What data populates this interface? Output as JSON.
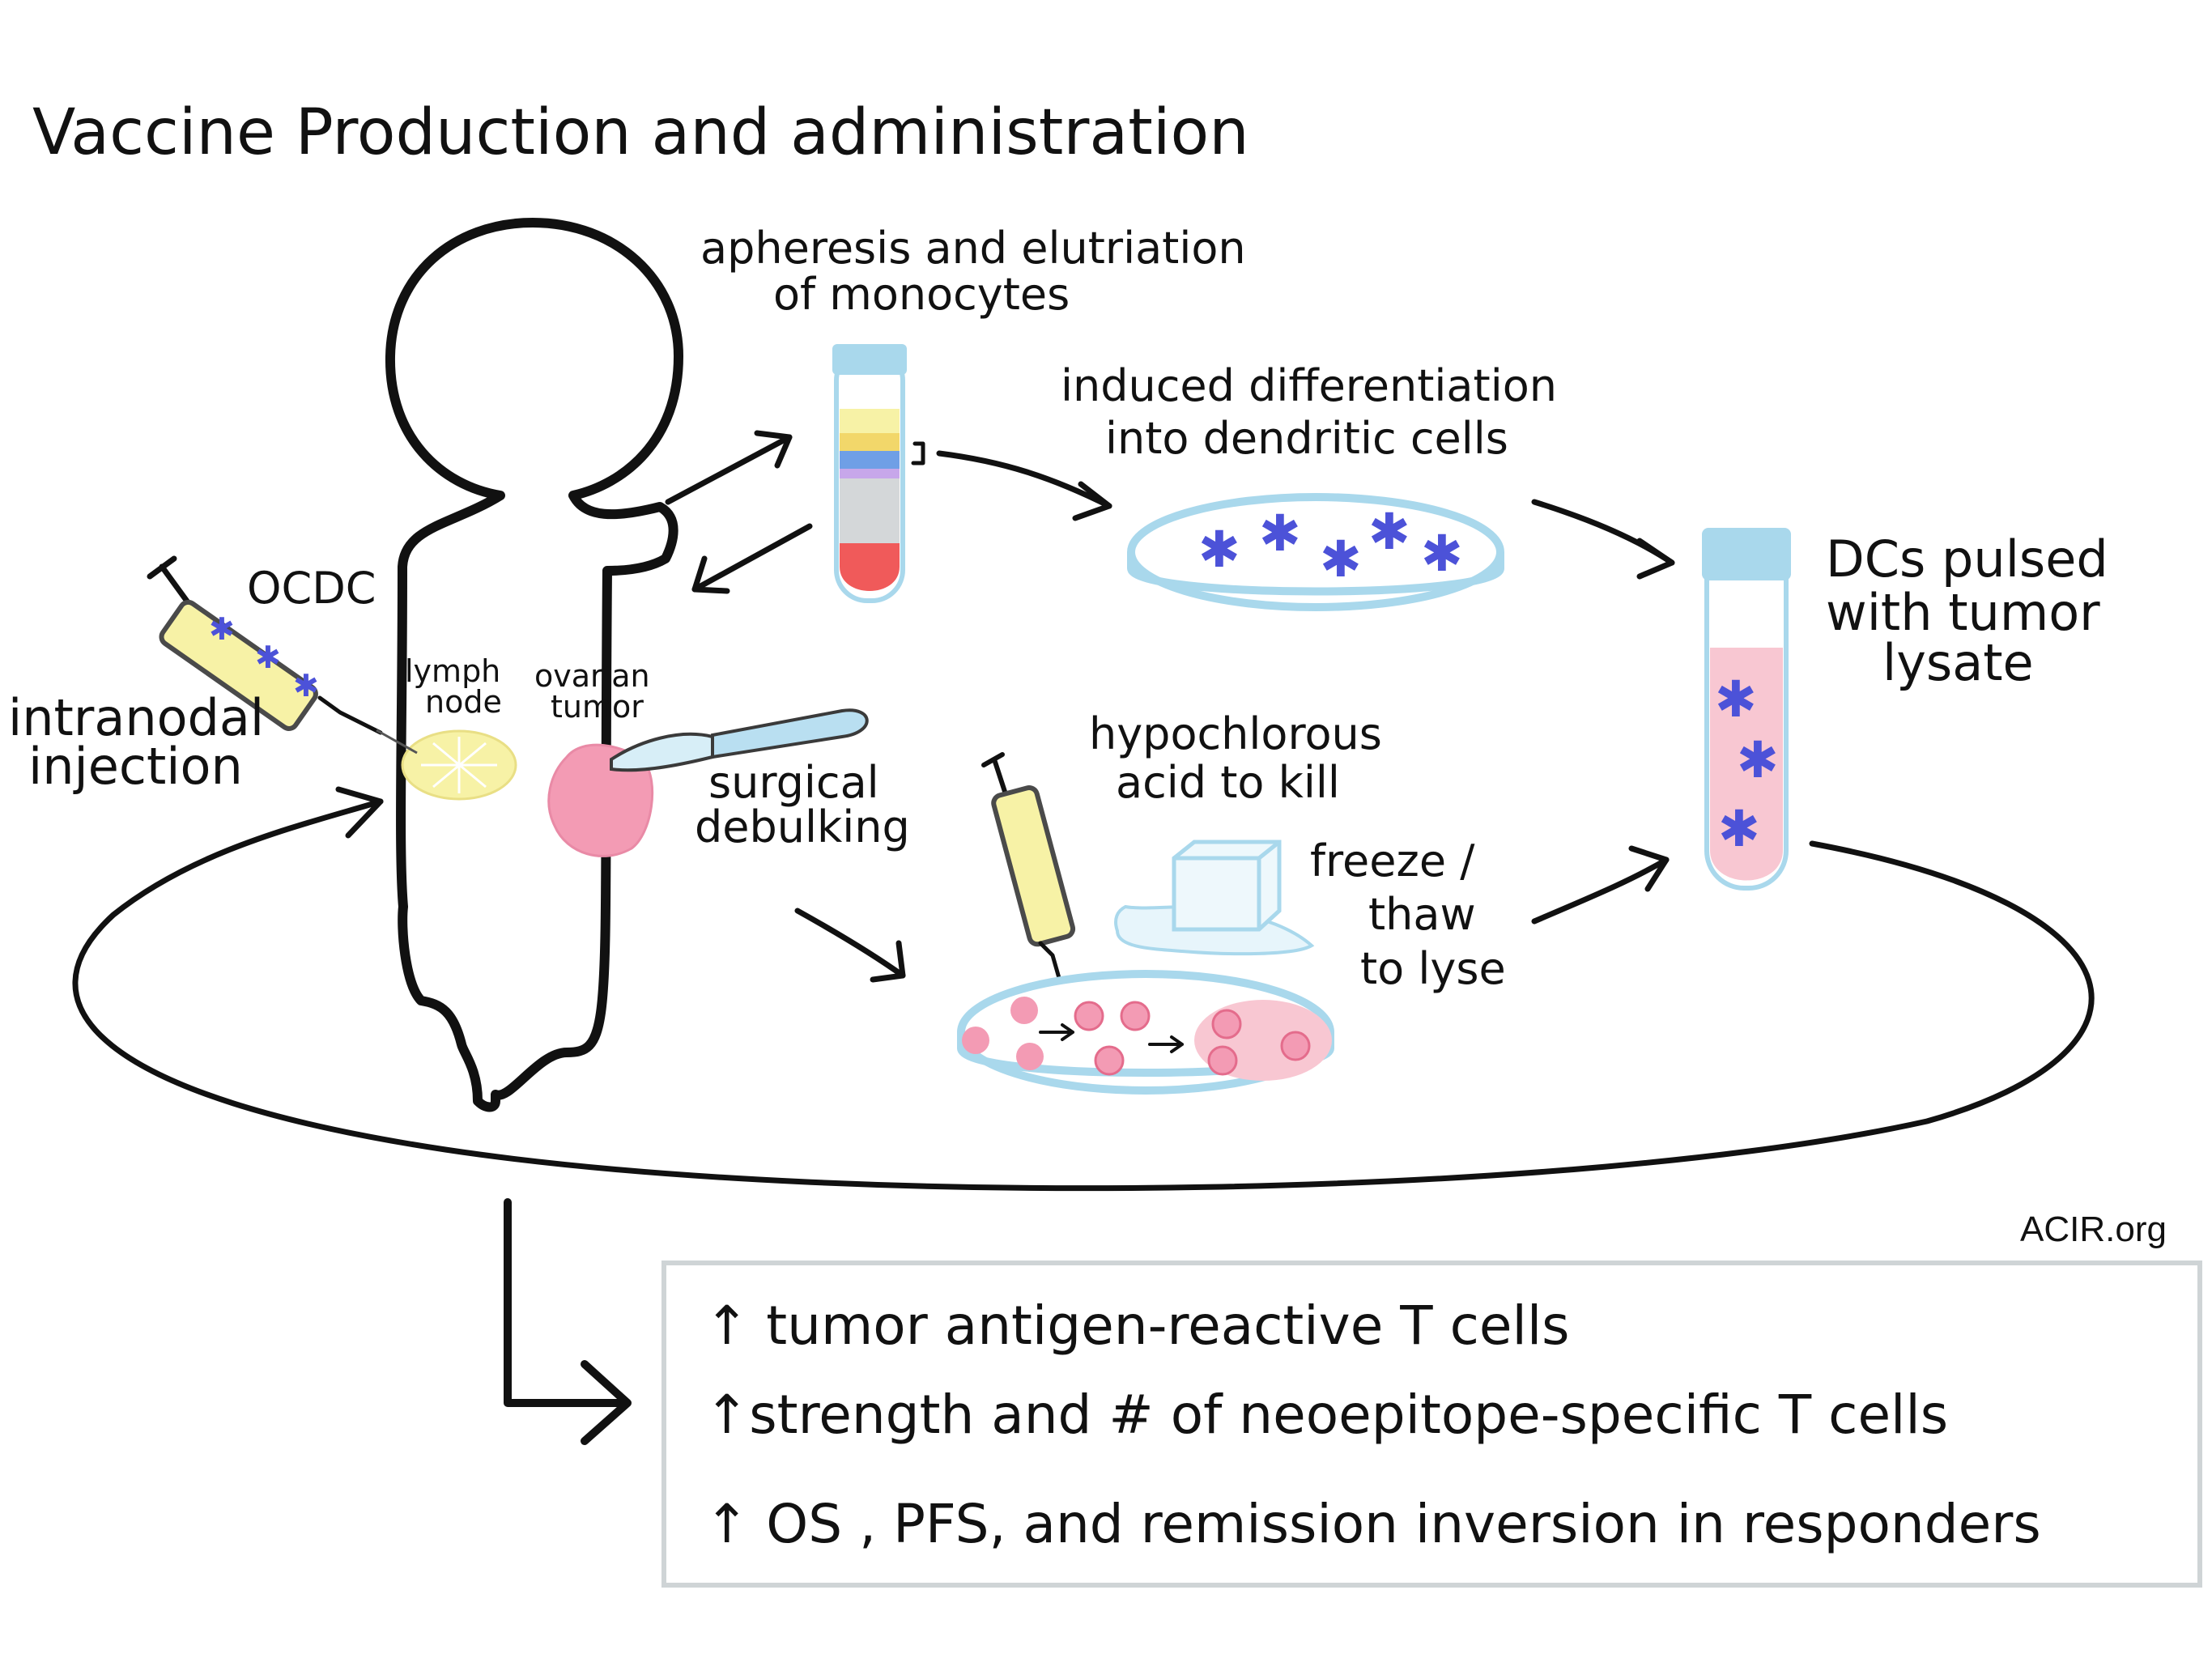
{
  "title": "Vaccine Production and administration",
  "labels": {
    "apheresis_line1": "apheresis and elutriation",
    "apheresis_line2": "of monocytes",
    "induced_line1": "induced differentiation",
    "induced_line2": "into dendritic cells",
    "dcs_line1": "DCs pulsed",
    "dcs_line2": "with tumor",
    "dcs_line3": "lysate",
    "ocdc": "OCDC",
    "intranodal_line1": "intranodal",
    "intranodal_line2": "injection",
    "lymph_line1": "lymph",
    "lymph_line2": "node",
    "ovarian_line1": "ovarian",
    "ovarian_line2": "tumor",
    "surgical_line1": "surgical",
    "surgical_line2": "debulking",
    "hypochlorous_line1": "hypochlorous",
    "hypochlorous_line2": "acid to kill",
    "freeze_line1": "freeze /",
    "freeze_line2": "thaw",
    "freeze_line3": "to lyse"
  },
  "outcomes": [
    "↑ tumor antigen-reactive T cells",
    "↑strength and # of neoepitope-specific T cells",
    "↑ OS , PFS, and remission inversion in responders"
  ],
  "credit": "ACIR.org",
  "colors": {
    "ink": "#111111",
    "tube_blue": "#a9d8ec",
    "dc_purple": "#4c52d8",
    "tumor_pink": "#f39bb4",
    "lymph_yellow": "#f7f2a6",
    "blood_red": "#f05a5a",
    "lysate_pink": "#f8c7d2",
    "box_border": "#cfd4d6"
  },
  "icons": [
    "human-body-icon",
    "test-tube-icon",
    "petri-dish-icon",
    "syringe-icon",
    "scalpel-icon",
    "ice-cube-icon",
    "dendritic-cell-icon"
  ]
}
